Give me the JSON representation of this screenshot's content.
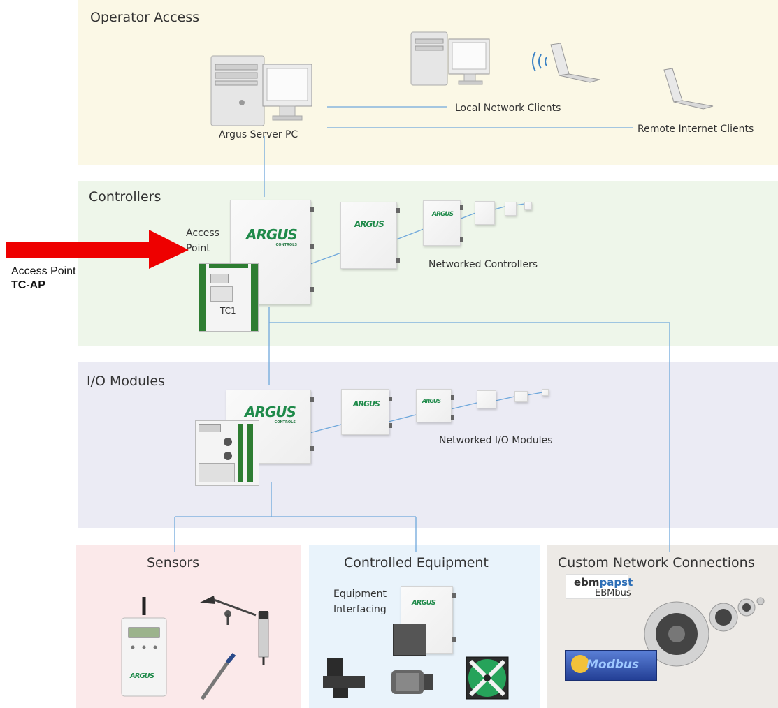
{
  "zones": {
    "operator_access": "Operator Access",
    "controllers": "Controllers",
    "io_modules": "I/O Modules",
    "sensors": "Sensors",
    "controlled_equipment": "Controlled Equipment",
    "custom_network": "Custom Network Connections"
  },
  "labels": {
    "argus_server": "Argus Server PC",
    "local_clients": "Local Network  Clients",
    "remote_clients": "Remote Internet Clients",
    "access_point_line1": "Access",
    "access_point_line2": "Point",
    "networked_controllers": "Networked Controllers",
    "networked_io": "Networked I/O Modules",
    "equipment_line1": "Equipment",
    "equipment_line2": "Interfacing",
    "tc1": "TC1"
  },
  "callout": {
    "line1": "Access Point",
    "line2": "TC-AP"
  },
  "logos": {
    "argus": "ARGUS",
    "argus_sub": "CONTROLS",
    "ebm_part1": "ebm",
    "ebm_part2": "papst",
    "ebmbus": "EBMbus",
    "modbus": "Modbus"
  },
  "colors": {
    "operator_bg": "#fbf8e6",
    "controllers_bg": "#eef6ea",
    "io_bg": "#ebebf4",
    "sensors_bg": "#fbe9ea",
    "equipment_bg": "#e9f3fb",
    "custom_bg": "#edeae6",
    "connector_line": "#6fa8dc",
    "arrow": "#ee0000",
    "argus_green": "#1f8a4a"
  }
}
